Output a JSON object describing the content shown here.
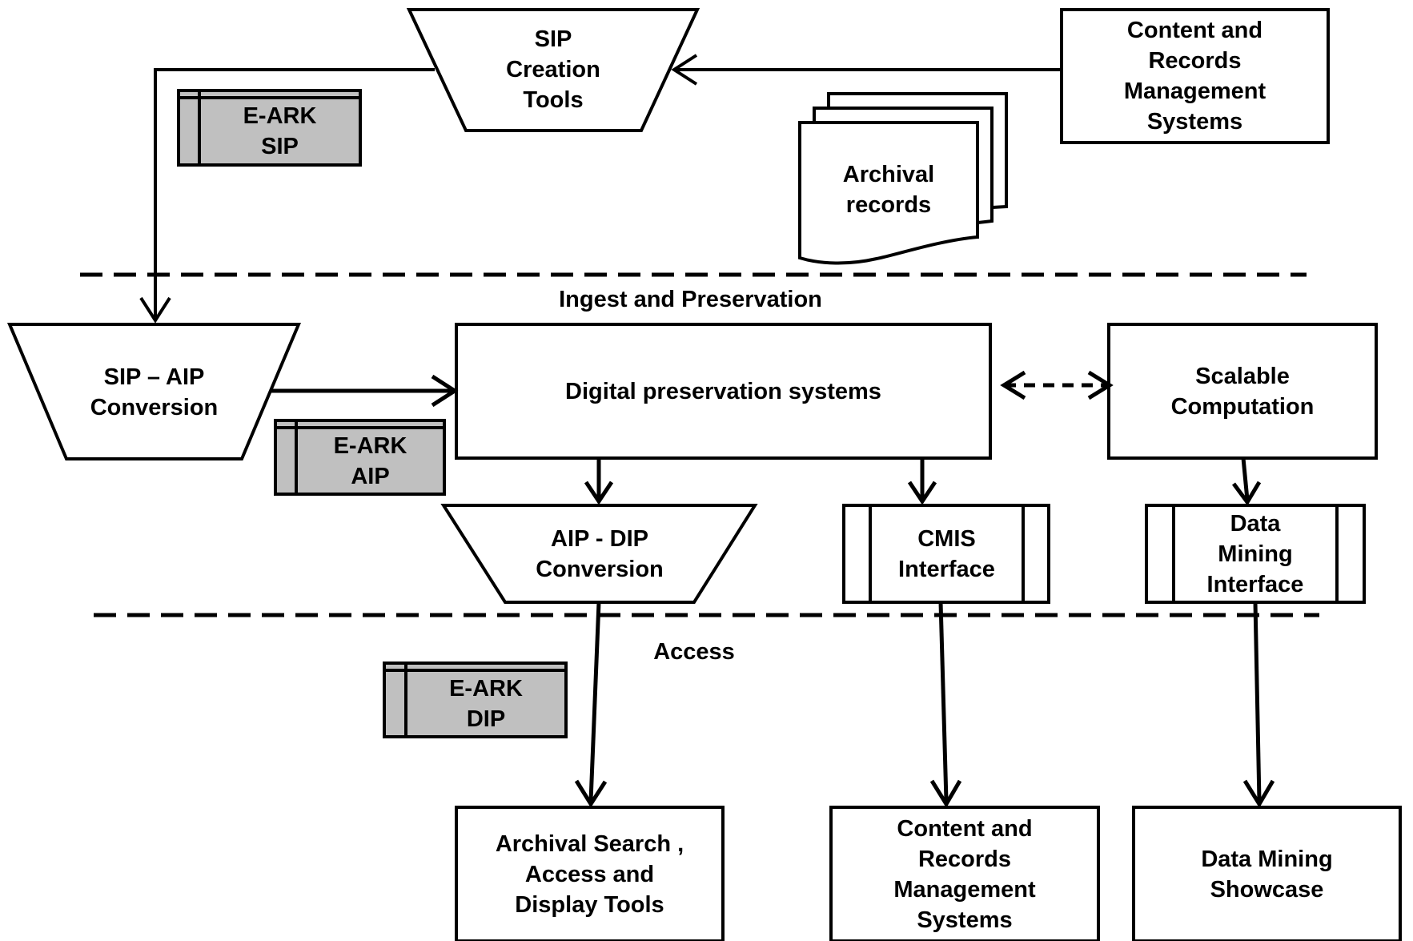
{
  "colors": {
    "stroke": "#000000",
    "package_fill": "#c0c0c0",
    "background": "#ffffff"
  },
  "sections": {
    "ingest": "Ingest and Preservation",
    "access": "Access"
  },
  "nodes": {
    "sip_creation": "SIP\nCreation\nTools",
    "crm_source": "Content and\nRecords\nManagement\nSystems",
    "archival_records": "Archival\nrecords",
    "sip_aip": "SIP – AIP\nConversion",
    "dps": "Digital preservation systems",
    "scalable": "Scalable\nComputation",
    "aip_dip": "AIP - DIP\nConversion",
    "cmis": "CMIS\nInterface",
    "dmi": "Data\nMining\nInterface",
    "search_tools": "Archival Search ,\nAccess and\nDisplay Tools",
    "crm_target": "Content and\nRecords\nManagement\nSystems",
    "dm_showcase": "Data Mining\nShowcase"
  },
  "packages": {
    "sip": "E-ARK\nSIP",
    "aip": "E-ARK\nAIP",
    "dip": "E-ARK\nDIP"
  }
}
